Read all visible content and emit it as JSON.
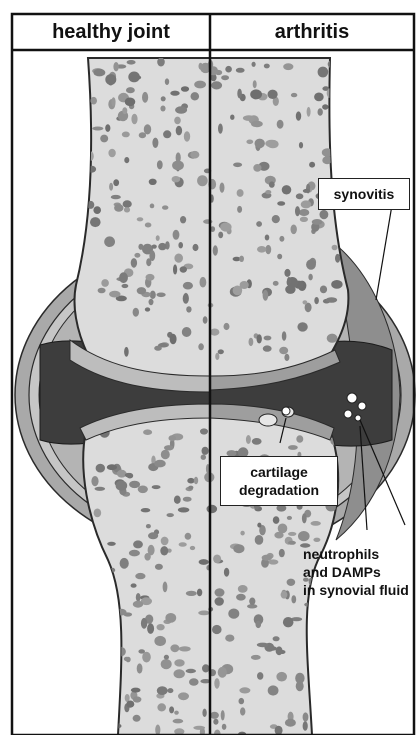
{
  "headers": {
    "left": "healthy joint",
    "right": "arthritis"
  },
  "labels": {
    "synovitis": "synovitis",
    "cartilage_line1": "cartilage",
    "cartilage_line2": "degradation",
    "neutrophils_line1": "neutrophils",
    "neutrophils_line2": "and DAMPs",
    "neutrophils_line3": "in synovial fluid"
  },
  "colors": {
    "bone": "#dcdcdc",
    "bone_outline": "#2a2a2a",
    "pores": "#8a8a8a",
    "capsule": "#a9a9a9",
    "capsule_inner": "#c6c6c6",
    "synovial_fluid": "#3d3d3d",
    "cartilage": "#bdbdbd",
    "synovitis": "#9a9a9a"
  }
}
